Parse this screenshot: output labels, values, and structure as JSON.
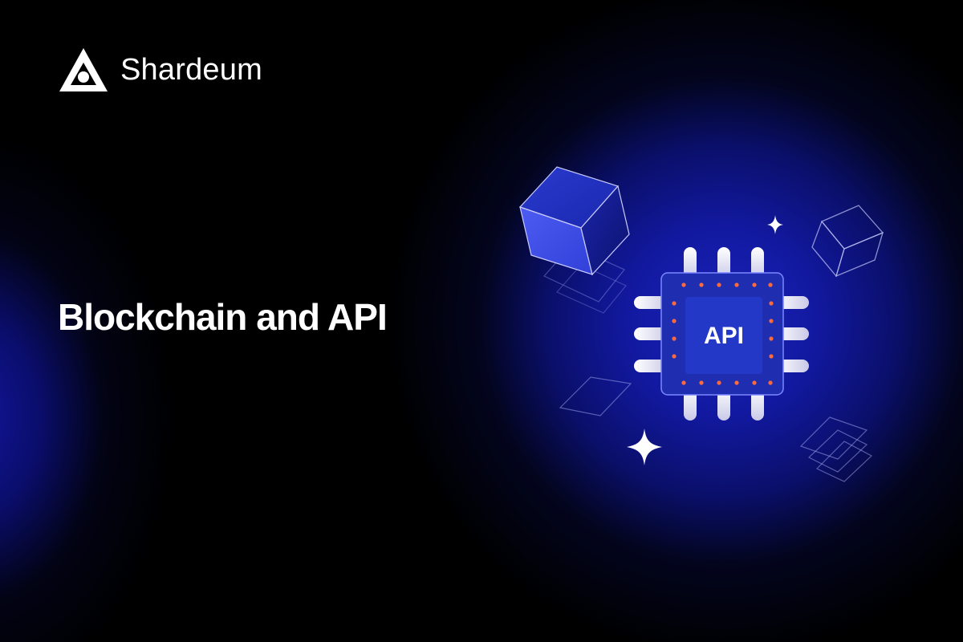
{
  "brand": {
    "name": "Shardeum",
    "logo_icon": "shardeum-triangle-logo-icon"
  },
  "headline": "Blockchain and API",
  "illustration": {
    "chip_label": "API",
    "icons": [
      "cube-icon",
      "wireframe-cube-icon",
      "chip-icon",
      "sparkle-icon",
      "layer-plane-icon"
    ]
  },
  "colors": {
    "background": "#000000",
    "glow": "#1a22b8",
    "chip": "#1f2fb0",
    "chip_inner": "#2336c8",
    "pin": "#dcdcf0",
    "dot": "#ff6a3d",
    "text": "#ffffff"
  }
}
